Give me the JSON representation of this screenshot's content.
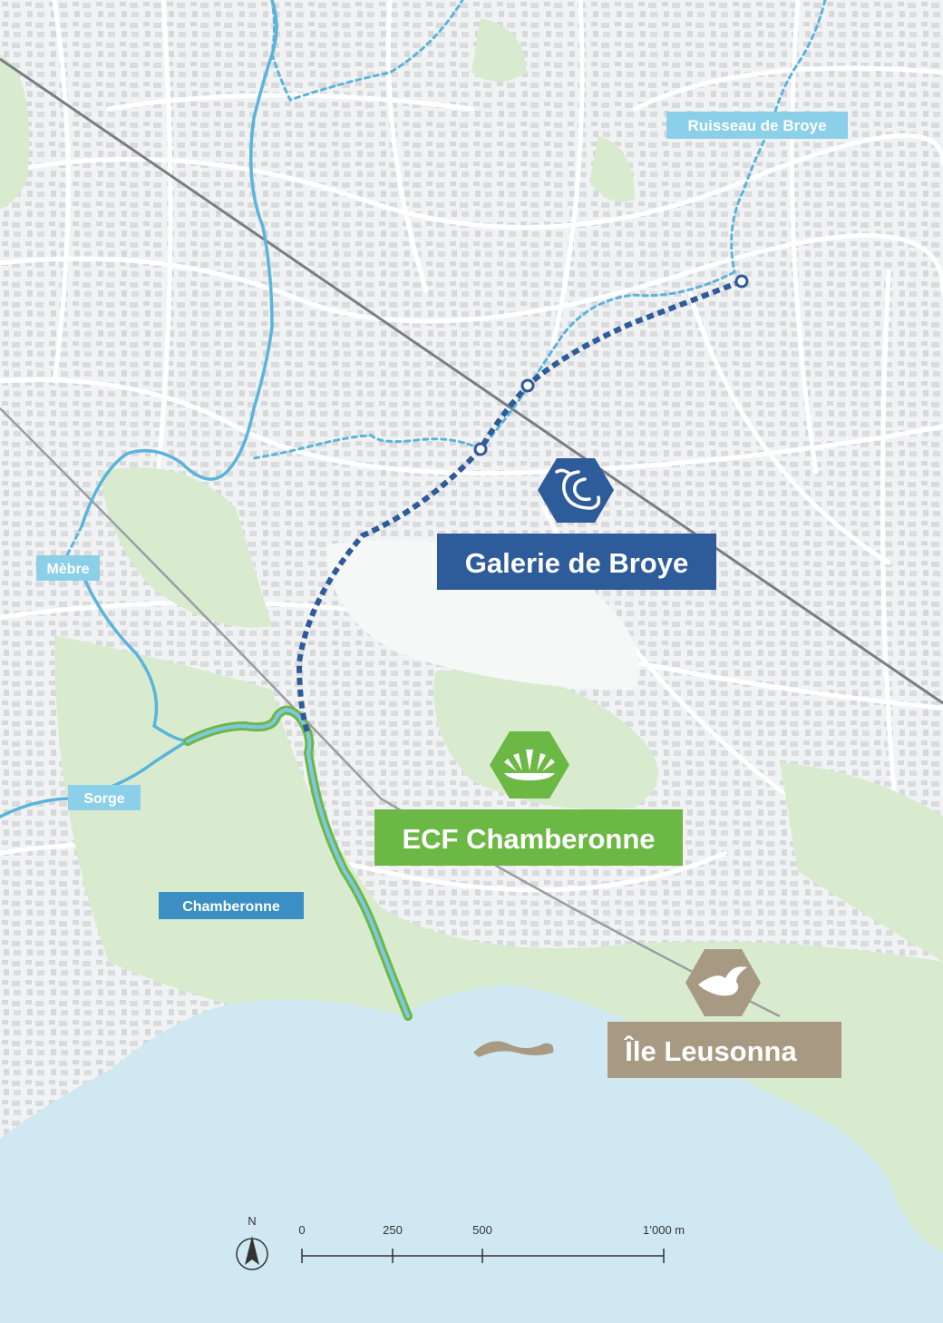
{
  "waterways": {
    "ruisseau": "Ruisseau de Broye",
    "mebre": "Mèbre",
    "sorge": "Sorge",
    "chamberonne": "Chamberonne"
  },
  "projects": {
    "galerie": {
      "label": "Galerie de Broye",
      "icon": "water-wave-icon",
      "color": "#2e5b9a"
    },
    "ecf": {
      "label": "ECF Chamberonne",
      "icon": "grass-icon",
      "color": "#6cb844"
    },
    "ile": {
      "label": "Île Leusonna",
      "icon": "bird-icon",
      "color": "#a89a82"
    }
  },
  "scale": {
    "ticks": [
      "0",
      "250",
      "500",
      "1’000 m"
    ]
  },
  "north": "N",
  "colors": {
    "lake": "#cfe8f2",
    "park": "#d9ebcf",
    "stream": "#5bb4dc",
    "tag_light": "#8ccfe8",
    "tag_mid": "#3b8fc4"
  }
}
